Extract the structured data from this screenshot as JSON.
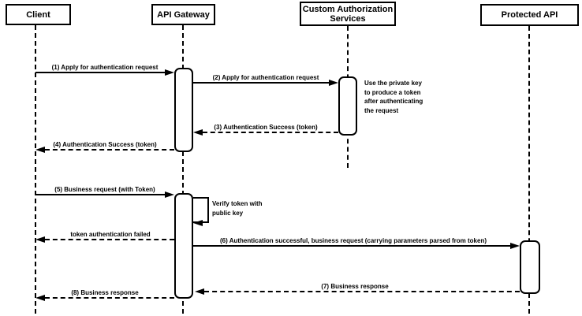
{
  "diagram_type": "uml-sequence",
  "colors": {
    "stroke": "#000000",
    "background": "#ffffff"
  },
  "participants": [
    {
      "label": "Client"
    },
    {
      "label": "API Gateway"
    },
    {
      "label": "Custom Authorization Services"
    },
    {
      "label": "Protected API"
    }
  ],
  "messages": [
    {
      "label": "(1) Apply for authentication request",
      "style": "solid",
      "from": "Client",
      "to": "API Gateway"
    },
    {
      "label": "(2) Apply for authentication request",
      "style": "solid",
      "from": "API Gateway",
      "to": "Custom Authorization Services"
    },
    {
      "label": "(3) Authentication Success (token)",
      "style": "dashed",
      "from": "Custom Authorization Services",
      "to": "API Gateway"
    },
    {
      "label": "(4) Authentication Success (token)",
      "style": "dashed",
      "from": "API Gateway",
      "to": "Client"
    },
    {
      "label": "(5) Business request (with Token)",
      "style": "solid",
      "from": "Client",
      "to": "API Gateway"
    },
    {
      "label": "token authentication failed",
      "style": "dashed",
      "from": "API Gateway",
      "to": "Client"
    },
    {
      "label": "(6) Authentication successful, business request (carrying parameters parsed from token)",
      "style": "solid",
      "from": "API Gateway",
      "to": "Protected API"
    },
    {
      "label": "(7) Business response",
      "style": "dashed",
      "from": "Protected API",
      "to": "API Gateway"
    },
    {
      "label": "(8) Business response",
      "style": "dashed",
      "from": "API Gateway",
      "to": "Client"
    }
  ],
  "self_message": {
    "label": "Verify token with public key",
    "on": "API Gateway"
  },
  "notes": [
    {
      "label": "Use the private key to produce a token after authenticating the request",
      "near": "Custom Authorization Services"
    }
  ]
}
